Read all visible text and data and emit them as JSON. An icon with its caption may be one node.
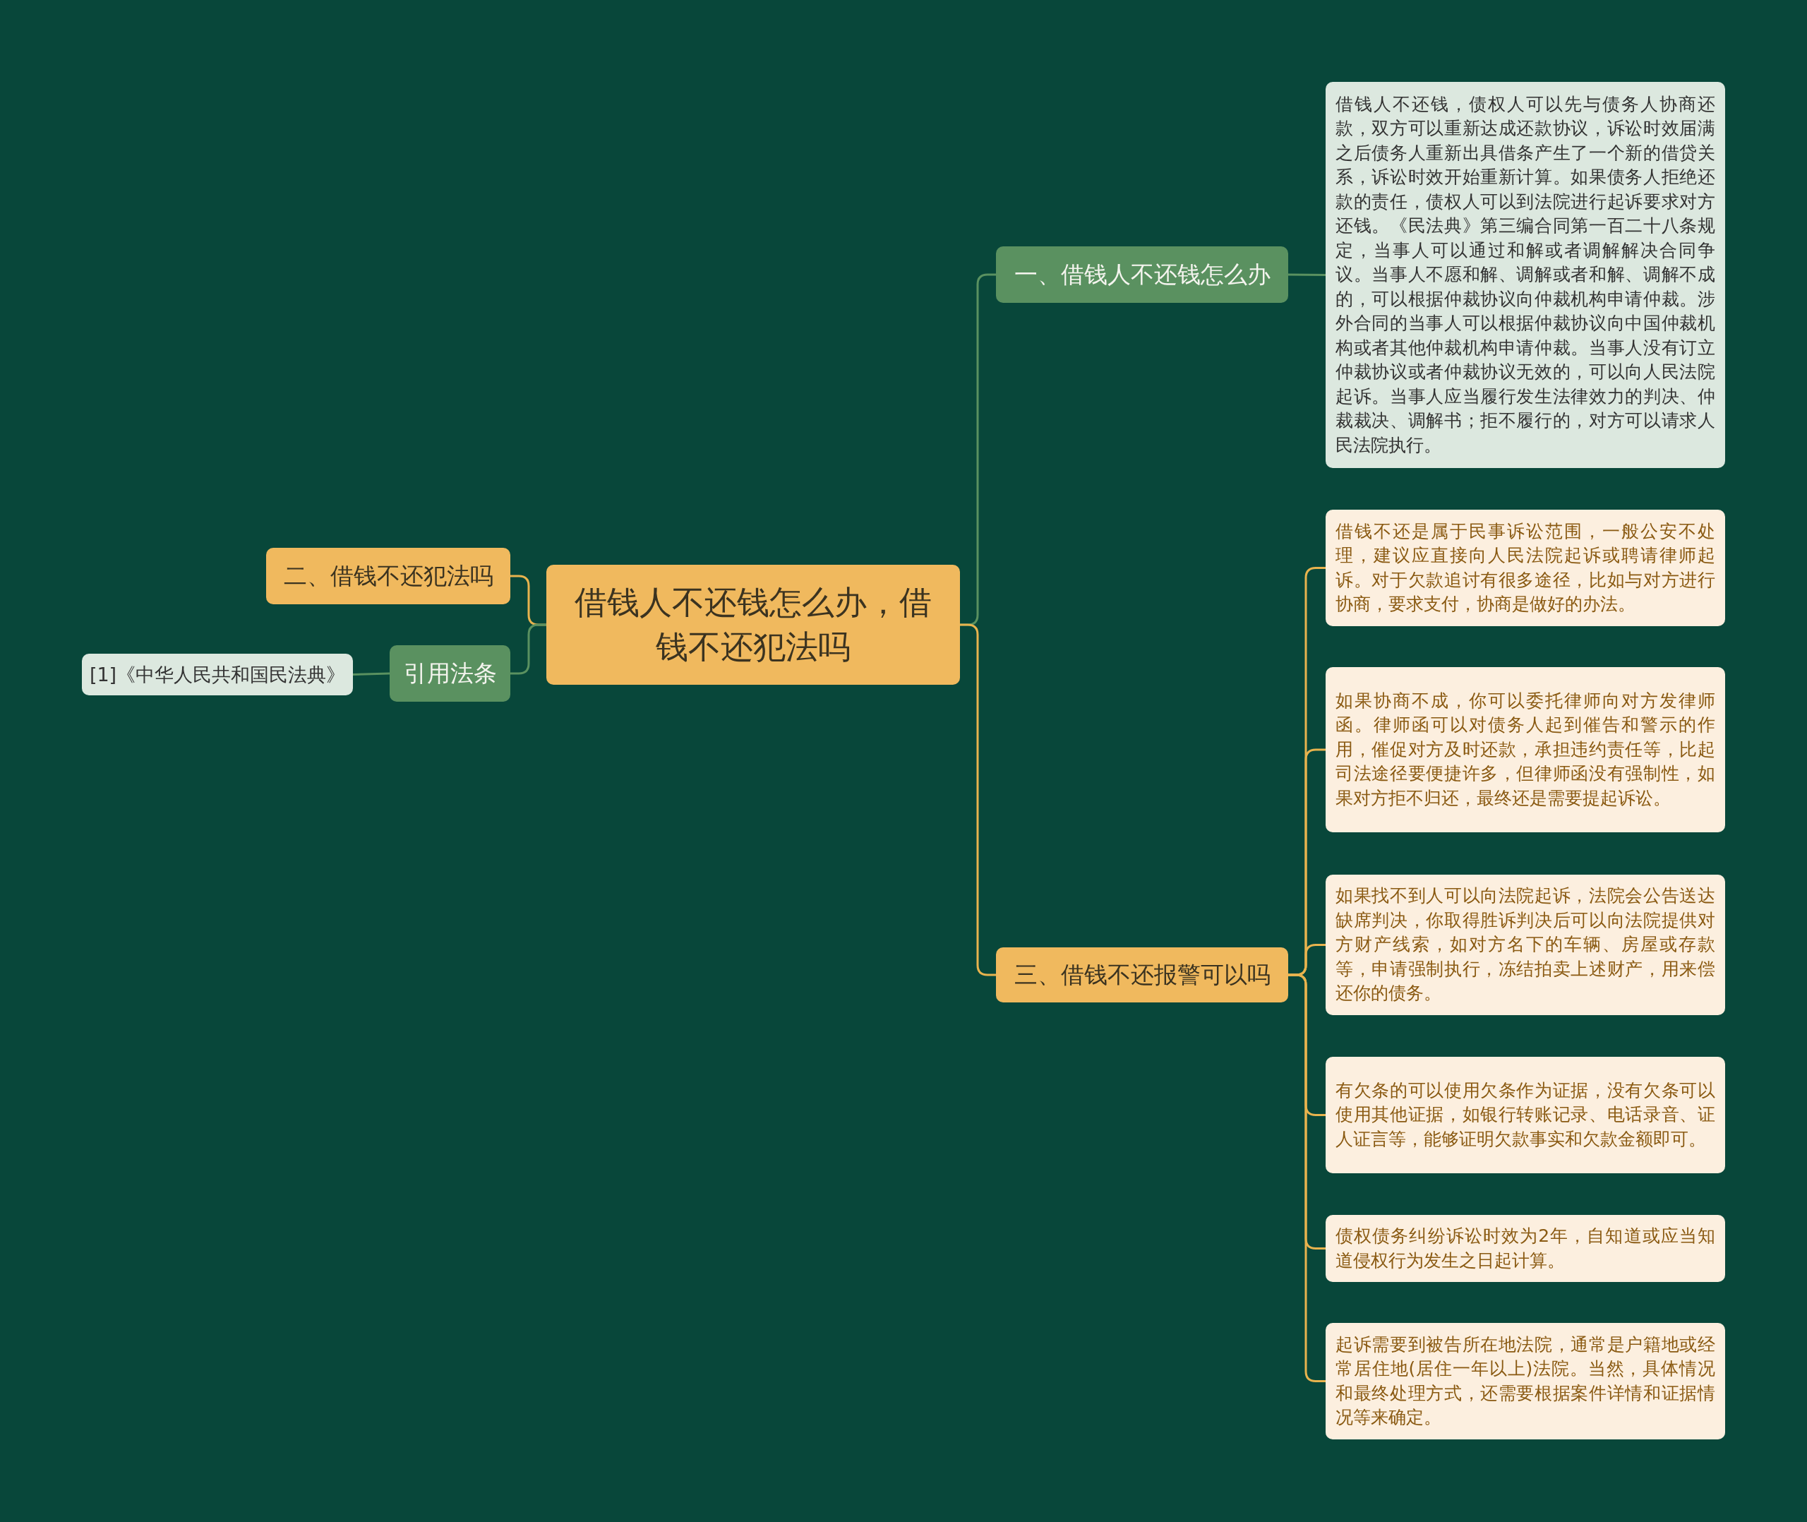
{
  "diagram": {
    "nodes": [
      {
        "text": [
          "借钱人不还钱怎么办，借钱不还犯法吗"
        ]
      },
      {
        "text": [
          "一、借钱人不还钱怎么办"
        ]
      },
      {
        "text": [
          "借钱人不还钱，债权人可以先与债务人协商还款，双方可以重新达成还款协议，诉讼时效届满之后债务人重新出具借条产生了一个新的借贷关系，诉讼时效开始重新计算。如果债务人拒绝还款的责任，债权人可以到法院进行起诉要求对方还钱。《民法典》第三编合同第一百二十八条规定，当事人可以通过和解或者调解解决合同争议。当事人不愿和解、调解或者和解、调解不成的，可以根据仲裁协议向仲裁机构申请仲裁。涉外合同的当事人可以根据仲裁协议向中国仲裁机构或者其他仲裁机构申请仲裁。当事人没有订立仲裁协议或者仲裁协议无效的，可以向人民法院起诉。当事人应当履行发生法律效力的判决、仲裁裁决、调解书；拒不履行的，对方可以请求人民法院执行。"
        ]
      },
      {
        "text": [
          "三、借钱不还报警可以吗"
        ]
      },
      {
        "text": [
          "借钱不还是属于民事诉讼范围，一般公安不处理，建议应直接向人民法院起诉或聘请律师起诉。对于欠款追讨有很多途径，比如与对方进行协商，要求支付，协商是做好的办法。"
        ]
      },
      {
        "text": [
          "如果协商不成，你可以委托律师向对方发律师函。律师函可以对债务人起到催告和警示的作用，催促对方及时还款，承担违约责任等，比起司法途径要便捷许多，但律师函没有强制性，如果对方拒不归还，最终还是需要提起诉讼。"
        ]
      },
      {
        "text": [
          "如果找不到人可以向法院起诉，法院会公告送达缺席判决，你取得胜诉判决后可以向法院提供对方财产线索，如对方名下的车辆、房屋或存款等，申请强制执行，冻结拍卖上述财产，用来偿还你的债务。"
        ]
      },
      {
        "text": [
          "有欠条的可以使用欠条作为证据，没有欠条可以使用其他证据，如银行转账记录、电话录音、证人证言等，能够证明欠款事实和欠款金额即可。"
        ]
      },
      {
        "text": [
          "债权债务纠纷诉讼时效为2年，自知道或应当知道侵权行为发生之日起计算。"
        ]
      },
      {
        "text": [
          "起诉需要到被告所在地法院，通常是户籍地或经常居住地(居住一年以上)法院。当然，具体情况和最终处理方式，还需要根据案件详情和证据情况等来确定。"
        ]
      },
      {
        "text": [
          "二、借钱不还犯法吗"
        ]
      },
      {
        "text": [
          "引用法条"
        ]
      },
      {
        "text": [
          "[1]《中华人民共和国民法典》"
        ]
      }
    ],
    "edges": [
      {
        "from": 0,
        "to": 1,
        "arrow": "none",
        "color": "#5a9160"
      },
      {
        "from": 1,
        "to": 2,
        "arrow": "none",
        "color": "#5a9160"
      },
      {
        "from": 0,
        "to": 3,
        "arrow": "none"
      },
      {
        "from": 3,
        "to": 4,
        "arrow": "none"
      },
      {
        "from": 3,
        "to": 5,
        "arrow": "none"
      },
      {
        "from": 3,
        "to": 6,
        "arrow": "none"
      },
      {
        "from": 3,
        "to": 7,
        "arrow": "none"
      },
      {
        "from": 3,
        "to": 8,
        "arrow": "none"
      },
      {
        "from": 3,
        "to": 9,
        "arrow": "none"
      },
      {
        "from": 0,
        "to": 10,
        "arrow": "none"
      },
      {
        "from": 0,
        "to": 11,
        "arrow": "none",
        "color": "#5a9160"
      },
      {
        "from": 11,
        "to": 12,
        "arrow": "none",
        "color": "#5a9160"
      }
    ]
  }
}
